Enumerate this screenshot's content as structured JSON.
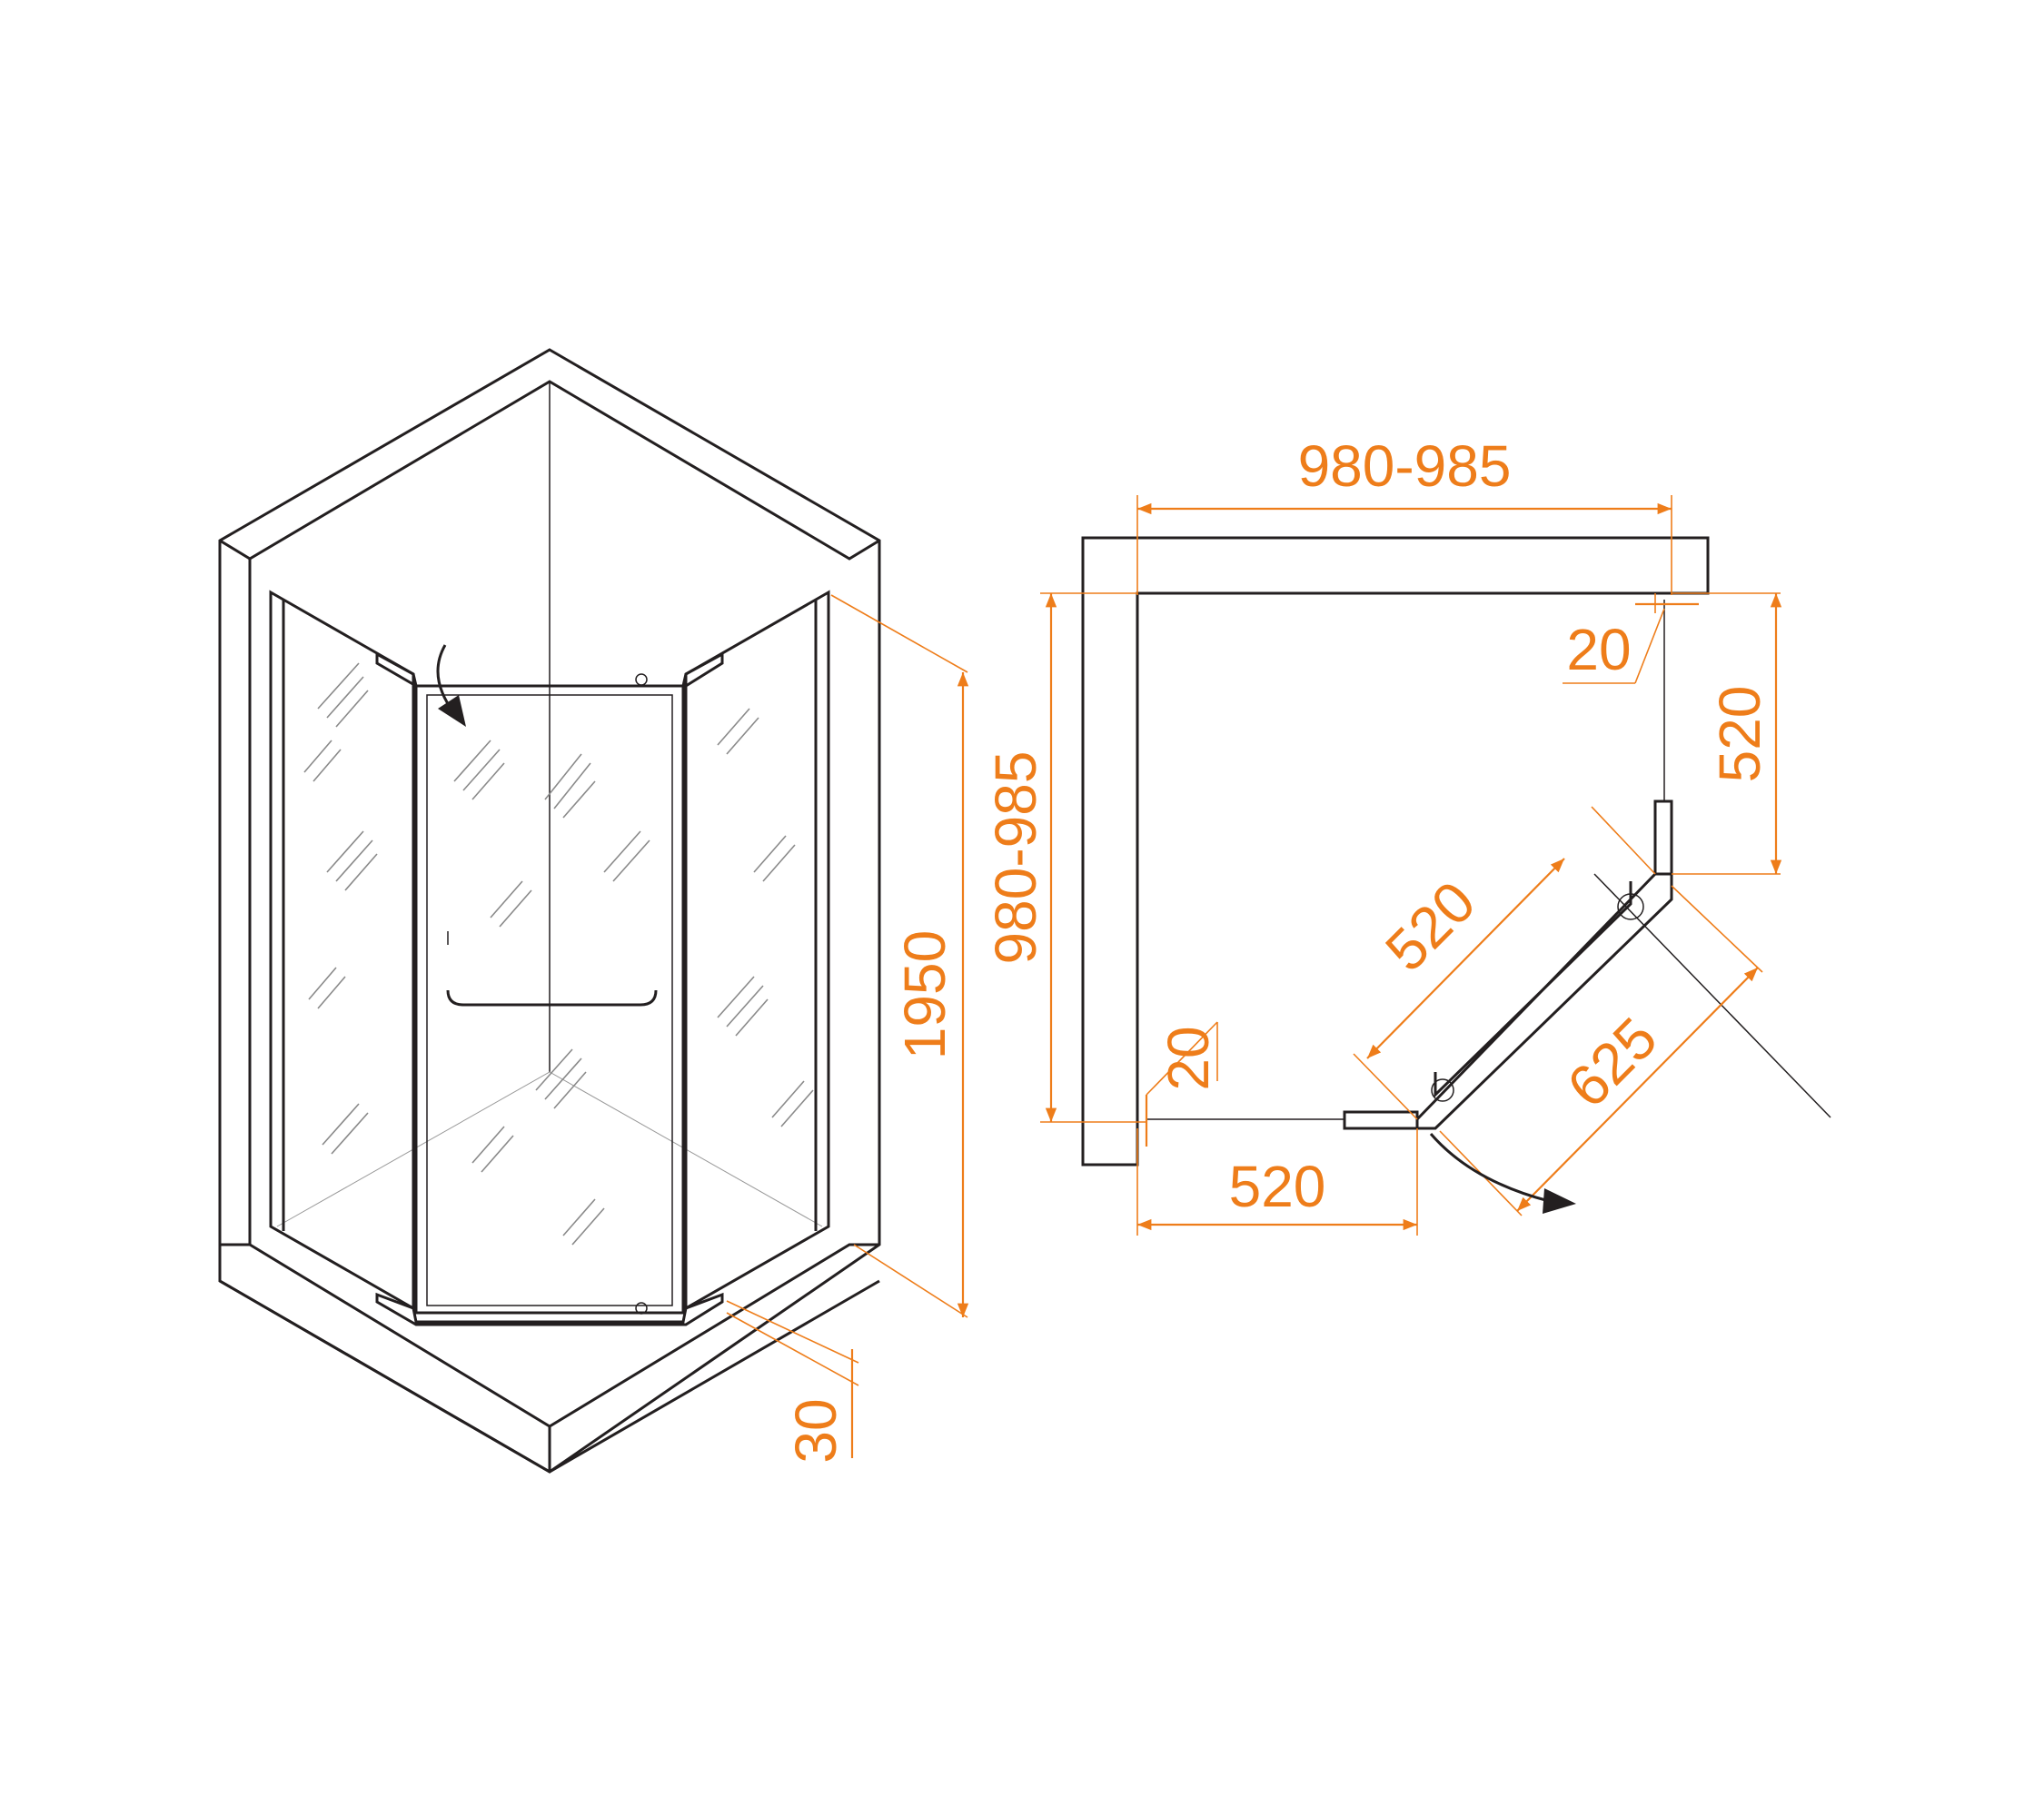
{
  "colors": {
    "dimension": "#EE7D1A",
    "outline": "#231F20",
    "background": "#ffffff"
  },
  "left_view": {
    "height_label": "1950",
    "base_label": "30"
  },
  "plan_view": {
    "top_width_label": "980-985",
    "left_depth_label": "980-985",
    "top_right_gap_label": "20",
    "right_panel_label": "520",
    "left_gap_label": "20",
    "bottom_panel_label": "520",
    "diagonal_panel_label": "520",
    "door_width_label": "625"
  },
  "icons": [
    "door-swing-arrow-icon",
    "door-swing-arrow-plan-icon"
  ]
}
